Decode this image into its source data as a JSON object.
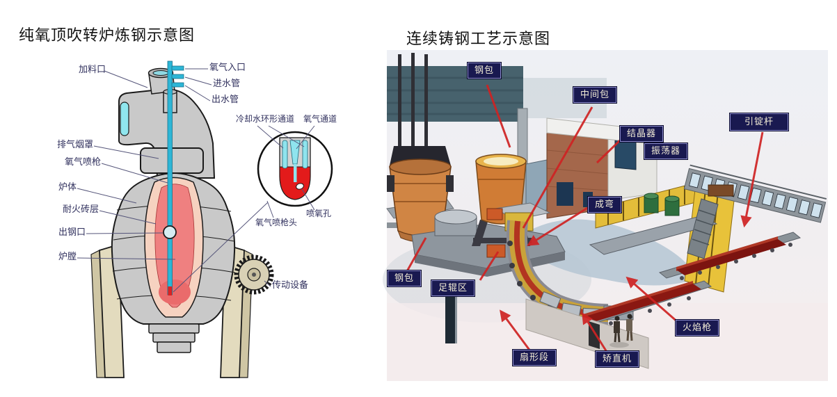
{
  "left": {
    "title": "纯氧顶吹转炉炼钢示意图",
    "labels": {
      "feed_port": "加料口",
      "oxygen_inlet": "氧气入口",
      "water_inlet_pipe": "进水管",
      "water_outlet_pipe": "出水管",
      "exhaust_hood": "排气烟罩",
      "oxygen_lance": "氧气喷枪",
      "furnace_body": "炉体",
      "refractory_brick_layer": "耐火砖层",
      "tap_hole": "出钢口",
      "furnace_chamber": "炉膛",
      "drive_equipment": "传动设备",
      "cooling_water_annular_channel": "冷却水环形通道",
      "oxygen_channel": "氧气通道",
      "oxygen_spray_hole": "喷氧孔",
      "oxygen_lance_tip": "氧气喷枪头"
    }
  },
  "right": {
    "title": "连续铸钢工艺示意图",
    "labels": {
      "ladle_top": "钢包",
      "tundish": "中间包",
      "mold": "结晶器",
      "oscillator": "振荡器",
      "dummy_bar": "引锭杆",
      "bending": "成弯",
      "ladle_bottom": "钢包",
      "foot_roller_zone": "足辊区",
      "fan_segment": "扇形段",
      "straightener": "矫直机",
      "flame_gun": "火焰枪"
    }
  },
  "colors": {
    "annotation_line_red": "#cf2323",
    "label_box_bg": "#191950",
    "label_box_text": "#f2ecd6",
    "left_label_text": "#31315e",
    "leader_line": "#55557a",
    "lance_cyan": "#2db6d6",
    "furnace_gray": "#c9c9c9",
    "lining_pink": "#f6d2c0",
    "chamber_red": "#ef8080",
    "support_tan": "#e3dbbe",
    "ladle_orange": "#d08544",
    "caster_yellow": "#e3bd3a",
    "hot_steel": "#b23420"
  }
}
